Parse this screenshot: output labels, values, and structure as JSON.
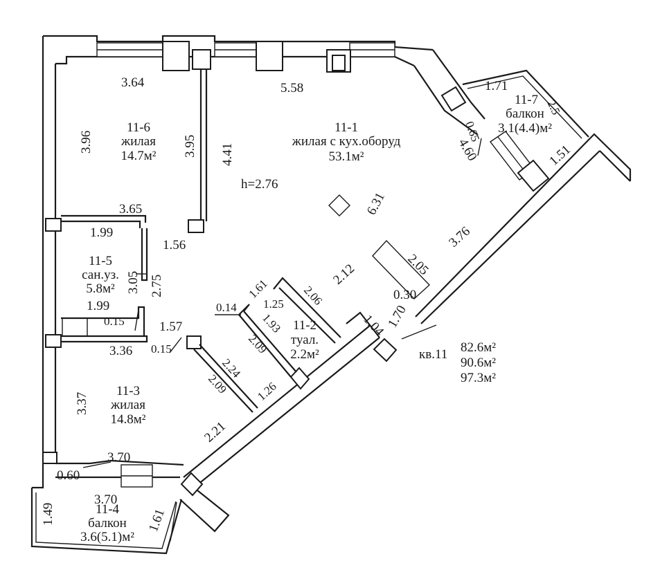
{
  "rooms": {
    "r11_1": {
      "number": "11-1",
      "name": "жилая с кух.оборуд",
      "area": "53.1м²"
    },
    "r11_6": {
      "number": "11-6",
      "name": "жилая",
      "area": "14.7м²"
    },
    "r11_5": {
      "number": "11-5",
      "name": "сан.уз.",
      "area": "5.8м²"
    },
    "r11_3": {
      "number": "11-3",
      "name": "жилая",
      "area": "14.8м²"
    },
    "r11_2": {
      "number": "11-2",
      "name": "туал.",
      "area": "2.2м²"
    },
    "r11_7": {
      "number": "11-7",
      "name": "балкон",
      "area": "3.1(4.4)м²"
    },
    "r11_4": {
      "number": "11-4",
      "name": "балкон",
      "area": "3.6(5.1)м²"
    }
  },
  "ceiling_height": "h=2.76",
  "apartment": {
    "label": "кв.11",
    "area_1": "82.6м²",
    "area_2": "90.6м²",
    "area_3": "97.3м²"
  },
  "dims": {
    "d3_64": "3.64",
    "d5_58": "5.58",
    "d1_71": "1.71",
    "d0_65": "0.65",
    "d2_5": "2.5",
    "d3_96": "3.96",
    "d3_95": "3.95",
    "d4_41": "4.41",
    "d4_60": "4.60",
    "d1_51": "1.51",
    "d6_31": "6.31",
    "d3_65": "3.65",
    "d1_99a": "1.99",
    "d1_56": "1.56",
    "d3_05": "3.05",
    "d2_75": "2.75",
    "d1_99b": "1.99",
    "d0_15a": "0.15",
    "d3_76": "3.76",
    "d2_05": "2.05",
    "d0_30": "0.30",
    "d2_12": "2.12",
    "d1_70": "1.70",
    "d1_04": "1.04",
    "d0_14": "0.14",
    "d1_61a": "1.61",
    "d1_25": "1.25",
    "d2_06": "2.06",
    "d1_93": "1.93",
    "d2_09a": "2.09",
    "d1_57": "1.57",
    "d0_15b": "0.15",
    "d3_36": "3.36",
    "d2_24": "2.24",
    "d2_09b": "2.09",
    "d1_26": "1.26",
    "d3_37": "3.37",
    "d2_21": "2.21",
    "d3_70a": "3.70",
    "d0_60": "0.60",
    "d3_70b": "3.70",
    "d1_49": "1.49",
    "d1_61b": "1.61"
  }
}
